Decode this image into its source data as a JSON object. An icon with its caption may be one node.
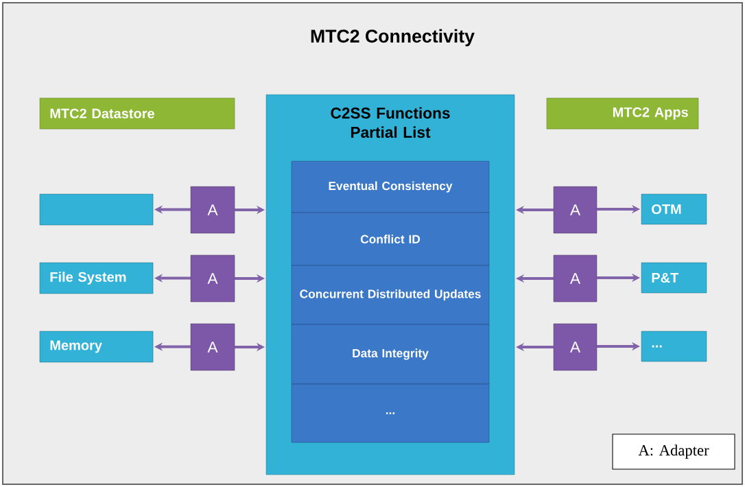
{
  "diagram": {
    "title": "MTC2 Connectivity",
    "nodes": [
      {
        "text": [
          "MTC2 Datastore"
        ]
      },
      {
        "text": [
          "MTC2 Apps"
        ]
      },
      {
        "text": [
          "C2SS Functions Partial List"
        ]
      },
      {
        "text": [
          "Eventual Consistency"
        ],
        "in": 2
      },
      {
        "text": [
          "Conflict ID"
        ],
        "in": 2
      },
      {
        "text": [
          "Concurrent Distributed Updates"
        ],
        "in": 2
      },
      {
        "text": [
          "Data Integrity"
        ],
        "in": 2
      },
      {
        "text": [
          "..."
        ],
        "in": 2
      },
      {
        "text": [],
        "shape": "box"
      },
      {
        "text": [
          "File System"
        ]
      },
      {
        "text": [
          "Memory"
        ]
      },
      {
        "text": [
          "A"
        ]
      },
      {
        "text": [
          "A"
        ]
      },
      {
        "text": [
          "A"
        ]
      },
      {
        "text": [
          "A"
        ]
      },
      {
        "text": [
          "A"
        ]
      },
      {
        "text": [
          "A"
        ]
      },
      {
        "text": [
          "OTM"
        ]
      },
      {
        "text": [
          "P&T"
        ]
      },
      {
        "text": [
          "..."
        ]
      },
      {
        "text": [
          "A: Adapter"
        ]
      }
    ],
    "edges": [
      {
        "from": 11,
        "to": 8,
        "arrow": "to"
      },
      {
        "from": 11,
        "to": 2,
        "arrow": "to"
      },
      {
        "from": 12,
        "to": 9,
        "arrow": "to"
      },
      {
        "from": 12,
        "to": 2,
        "arrow": "to"
      },
      {
        "from": 13,
        "to": 10,
        "arrow": "to"
      },
      {
        "from": 13,
        "to": 2,
        "arrow": "to"
      },
      {
        "from": 14,
        "to": 2,
        "arrow": "to"
      },
      {
        "from": 14,
        "to": 17,
        "arrow": "to"
      },
      {
        "from": 15,
        "to": 2,
        "arrow": "to"
      },
      {
        "from": 15,
        "to": 18,
        "arrow": "to"
      },
      {
        "from": 16,
        "to": 2,
        "arrow": "to"
      },
      {
        "from": 16,
        "to": 19,
        "arrow": "to"
      }
    ]
  }
}
